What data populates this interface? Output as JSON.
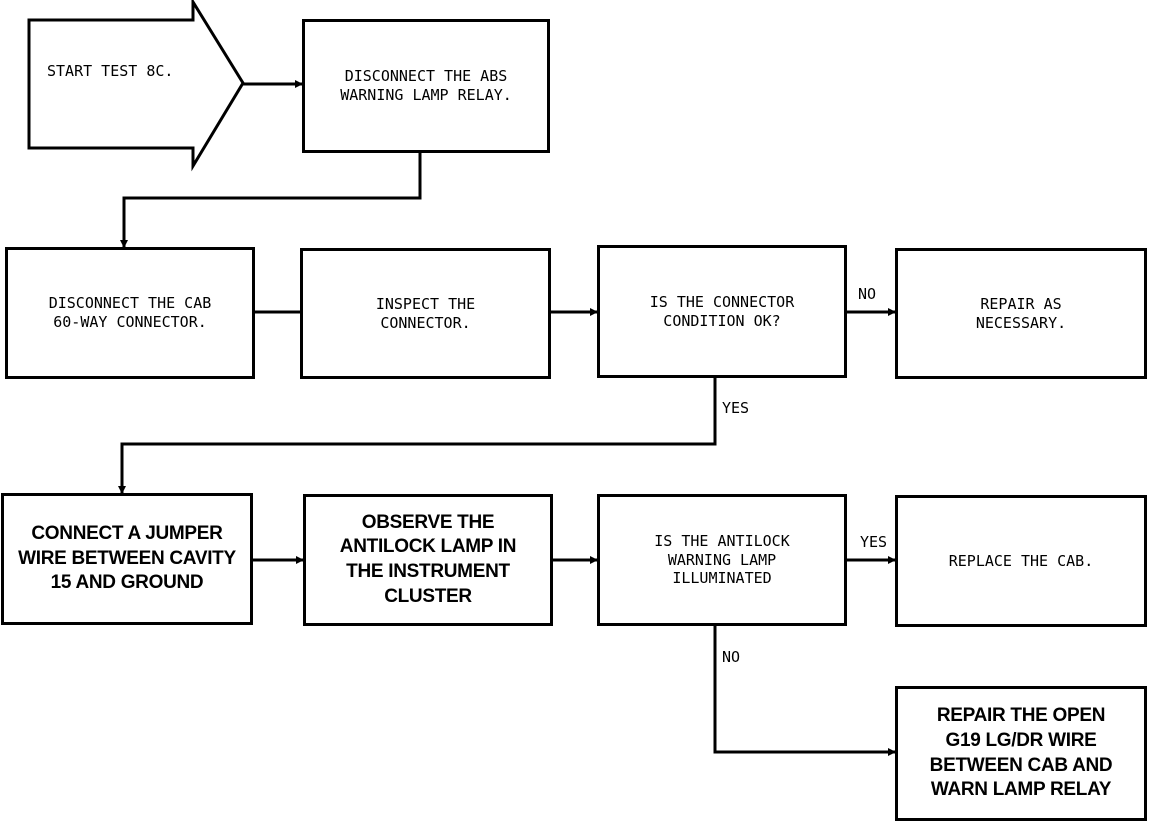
{
  "start": {
    "label": "START TEST 8C."
  },
  "nodes": {
    "disconnect_relay": "DISCONNECT THE ABS\nWARNING LAMP RELAY.",
    "disconnect_cab": "DISCONNECT THE CAB\n60-WAY CONNECTOR.",
    "inspect": "INSPECT THE\nCONNECTOR.",
    "connector_ok": "IS THE CONNECTOR\nCONDITION OK?",
    "repair_necessary": "REPAIR AS\nNECESSARY.",
    "connect_jumper": "CONNECT A JUMPER\nWIRE BETWEEN CAVITY\n15 AND GROUND",
    "observe_lamp": "OBSERVE THE\nANTILOCK LAMP IN\nTHE INSTRUMENT\nCLUSTER",
    "lamp_illuminated": "IS THE ANTILOCK\nWARNING LAMP\nILLUMINATED",
    "replace_cab": "REPLACE THE CAB.",
    "repair_open_wire": "REPAIR THE OPEN\nG19 LG/DR WIRE\nBETWEEN CAB AND\nWARN LAMP RELAY"
  },
  "edge_labels": {
    "no_1": "NO",
    "yes_1": "YES",
    "yes_2": "YES",
    "no_2": "NO"
  }
}
